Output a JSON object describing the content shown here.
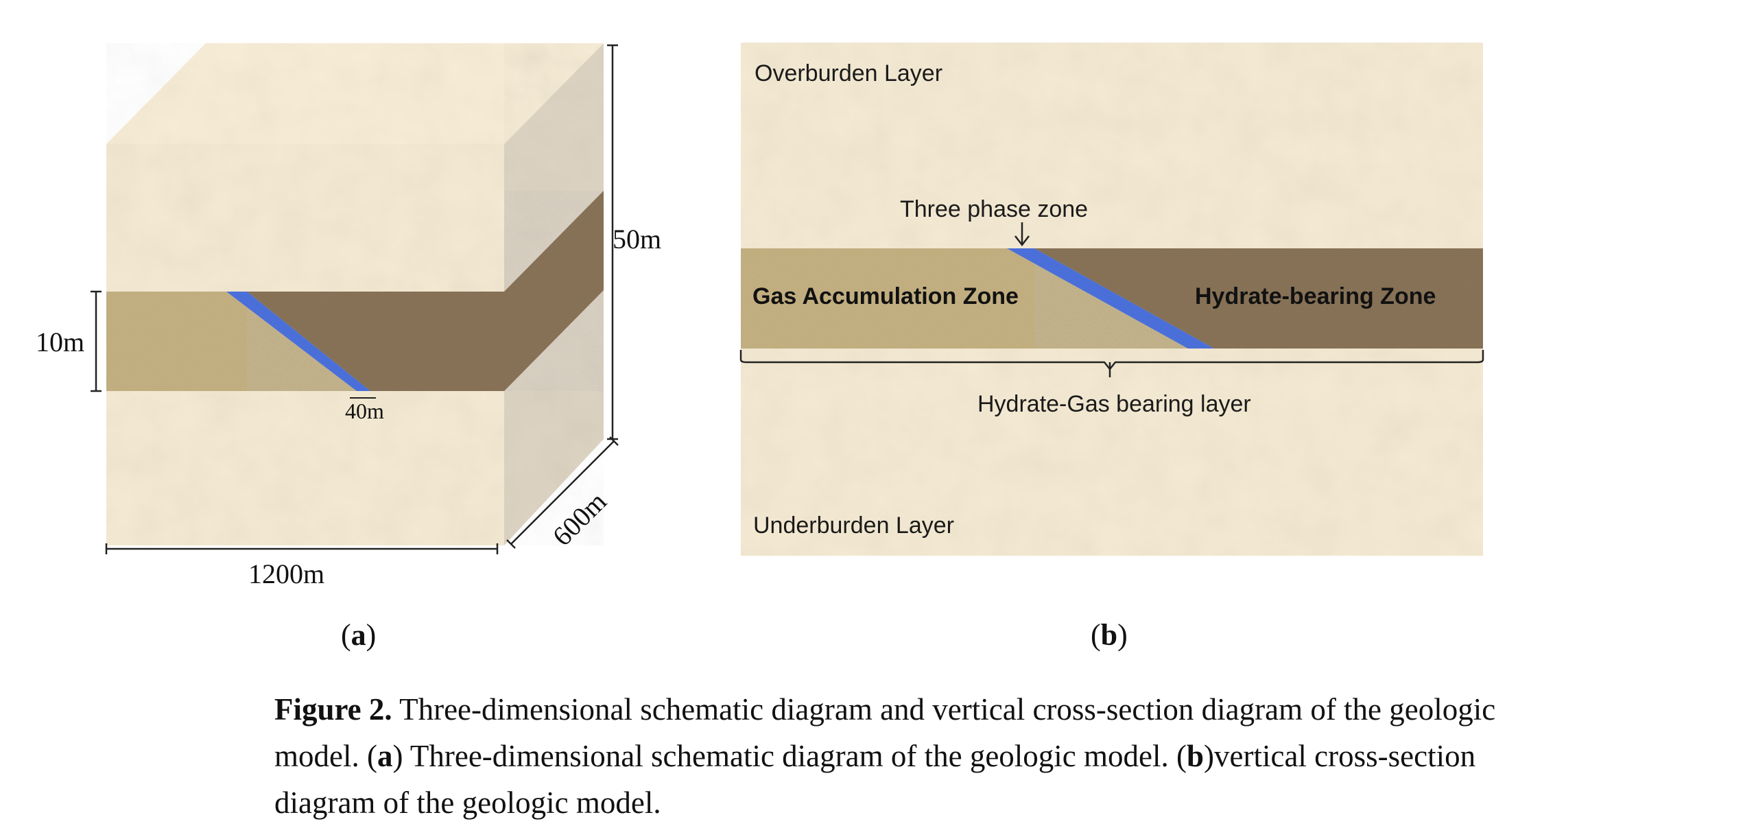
{
  "panel_a": {
    "dim_height": "50m",
    "dim_layer_thickness": "10m",
    "dim_zone_width": "40m",
    "dim_length": "1200m",
    "dim_depth": "600m",
    "sublabel_open": "(",
    "sublabel_letter": "a",
    "sublabel_close": ")"
  },
  "panel_b": {
    "overburden_label": "Overburden Layer",
    "three_phase_label": "Three phase zone",
    "gas_zone_label": "Gas Accumulation Zone",
    "hydrate_zone_label": "Hydrate-bearing Zone",
    "bearing_layer_label": "Hydrate-Gas bearing layer",
    "underburden_label": "Underburden Layer",
    "sublabel_open": "(",
    "sublabel_letter": "b",
    "sublabel_close": ")"
  },
  "caption": {
    "figure_label": "Figure 2.",
    "line1_rest": " Three-dimensional schematic diagram and vertical cross-section diagram of the geologic",
    "line2_start": "model. (",
    "a_letter": "a",
    "line2_mid": ") Three-dimensional schematic diagram of the geologic model. (",
    "b_letter": "b",
    "line2_end": ")vertical cross-section",
    "line3": "diagram of the geologic model."
  },
  "colors": {
    "overburden": "#f4e9d2",
    "gas_zone": "#c9b585",
    "hydrate_zone": "#8c765a",
    "three_phase_zone": "#4a6fd8",
    "side_face": "#ddd3c2"
  }
}
